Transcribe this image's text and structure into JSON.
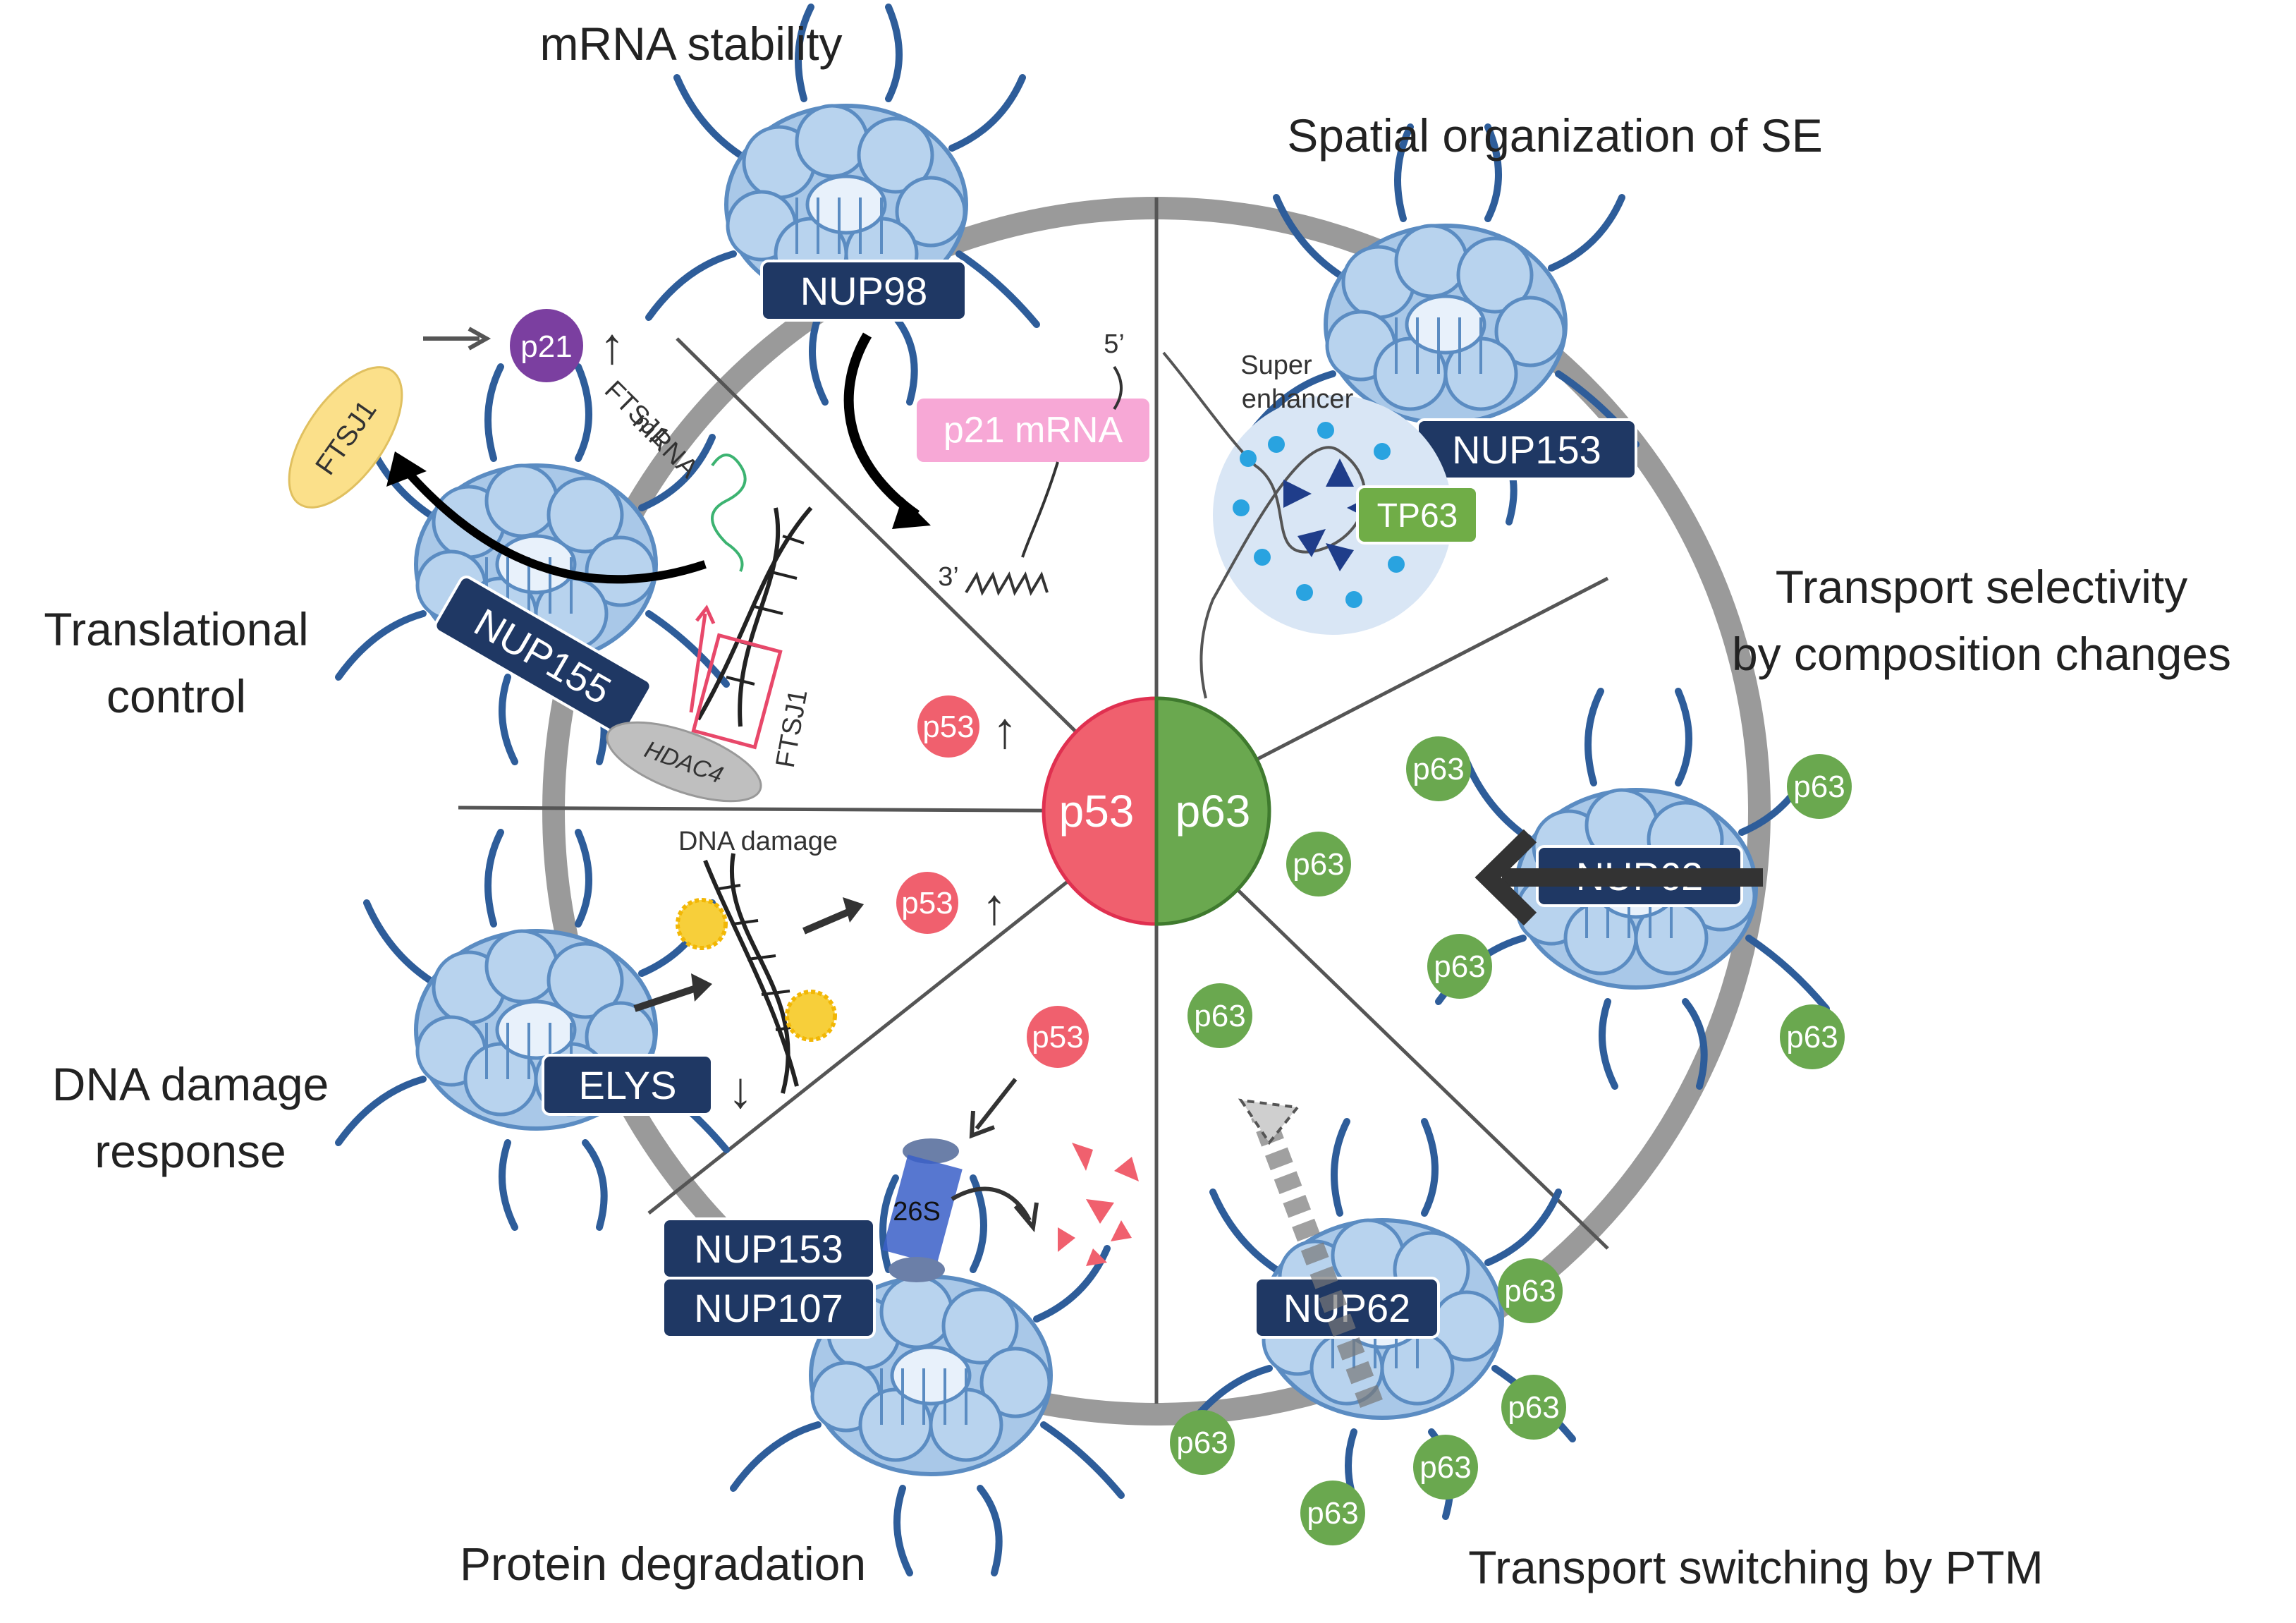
{
  "titles": {
    "mrna_stability": "mRNA stability",
    "spatial_org": "Spatial organization of SE",
    "transport_sel_1": "Transport selectivity",
    "transport_sel_2": "by composition changes",
    "translational_1": "Translational",
    "translational_2": "control",
    "dna_damage_resp_1": "DNA damage",
    "dna_damage_resp_2": "response",
    "protein_deg": "Protein degradation",
    "transport_switch": "Transport switching by PTM"
  },
  "nups": {
    "nup98": "NUP98",
    "nup153_top": "NUP153",
    "nup155": "NUP155",
    "nup62_right": "NUP62",
    "nup62_bottom": "NUP62",
    "elys": "ELYS",
    "nup153_bottom": "NUP153",
    "nup107": "NUP107"
  },
  "labels": {
    "ftsj1_oval": "FTSJ1",
    "p21": "p21",
    "ftsj1_mrna_1": "FTSJ1",
    "ftsj1_mrna_2": "mRNA",
    "ftsj1_gene": "FTSJ1",
    "hdac4": "HDAC4",
    "p21_mrna": "p21 mRNA",
    "five_prime": "5’",
    "three_prime": "3’",
    "super_1": "Super",
    "super_2": "enhancer",
    "tp63": "TP63",
    "dna_damage": "DNA damage",
    "s26": "26S",
    "center_p53": "p53",
    "center_p63": "p63",
    "p53": "p53",
    "p63": "p63",
    "up_arrow": "↑",
    "down_arrow": "↓"
  },
  "colors": {
    "nup_box": "#1f3864",
    "p53_red": "#f0606e",
    "p63_green": "#6aa84f",
    "p21_purple": "#7b3fa0",
    "ftsj1_yellow": "#fbe08a",
    "p21mrna_pink": "#f7a8d6",
    "tp63_green": "#70ad47",
    "pore_blue": "#9dc3e6",
    "ring_gray": "#9a9a9a"
  },
  "icons": [
    "nuclear-pore-icon",
    "dna-helix-icon",
    "proteasome-icon",
    "damage-star-icon",
    "arrow-icon"
  ]
}
